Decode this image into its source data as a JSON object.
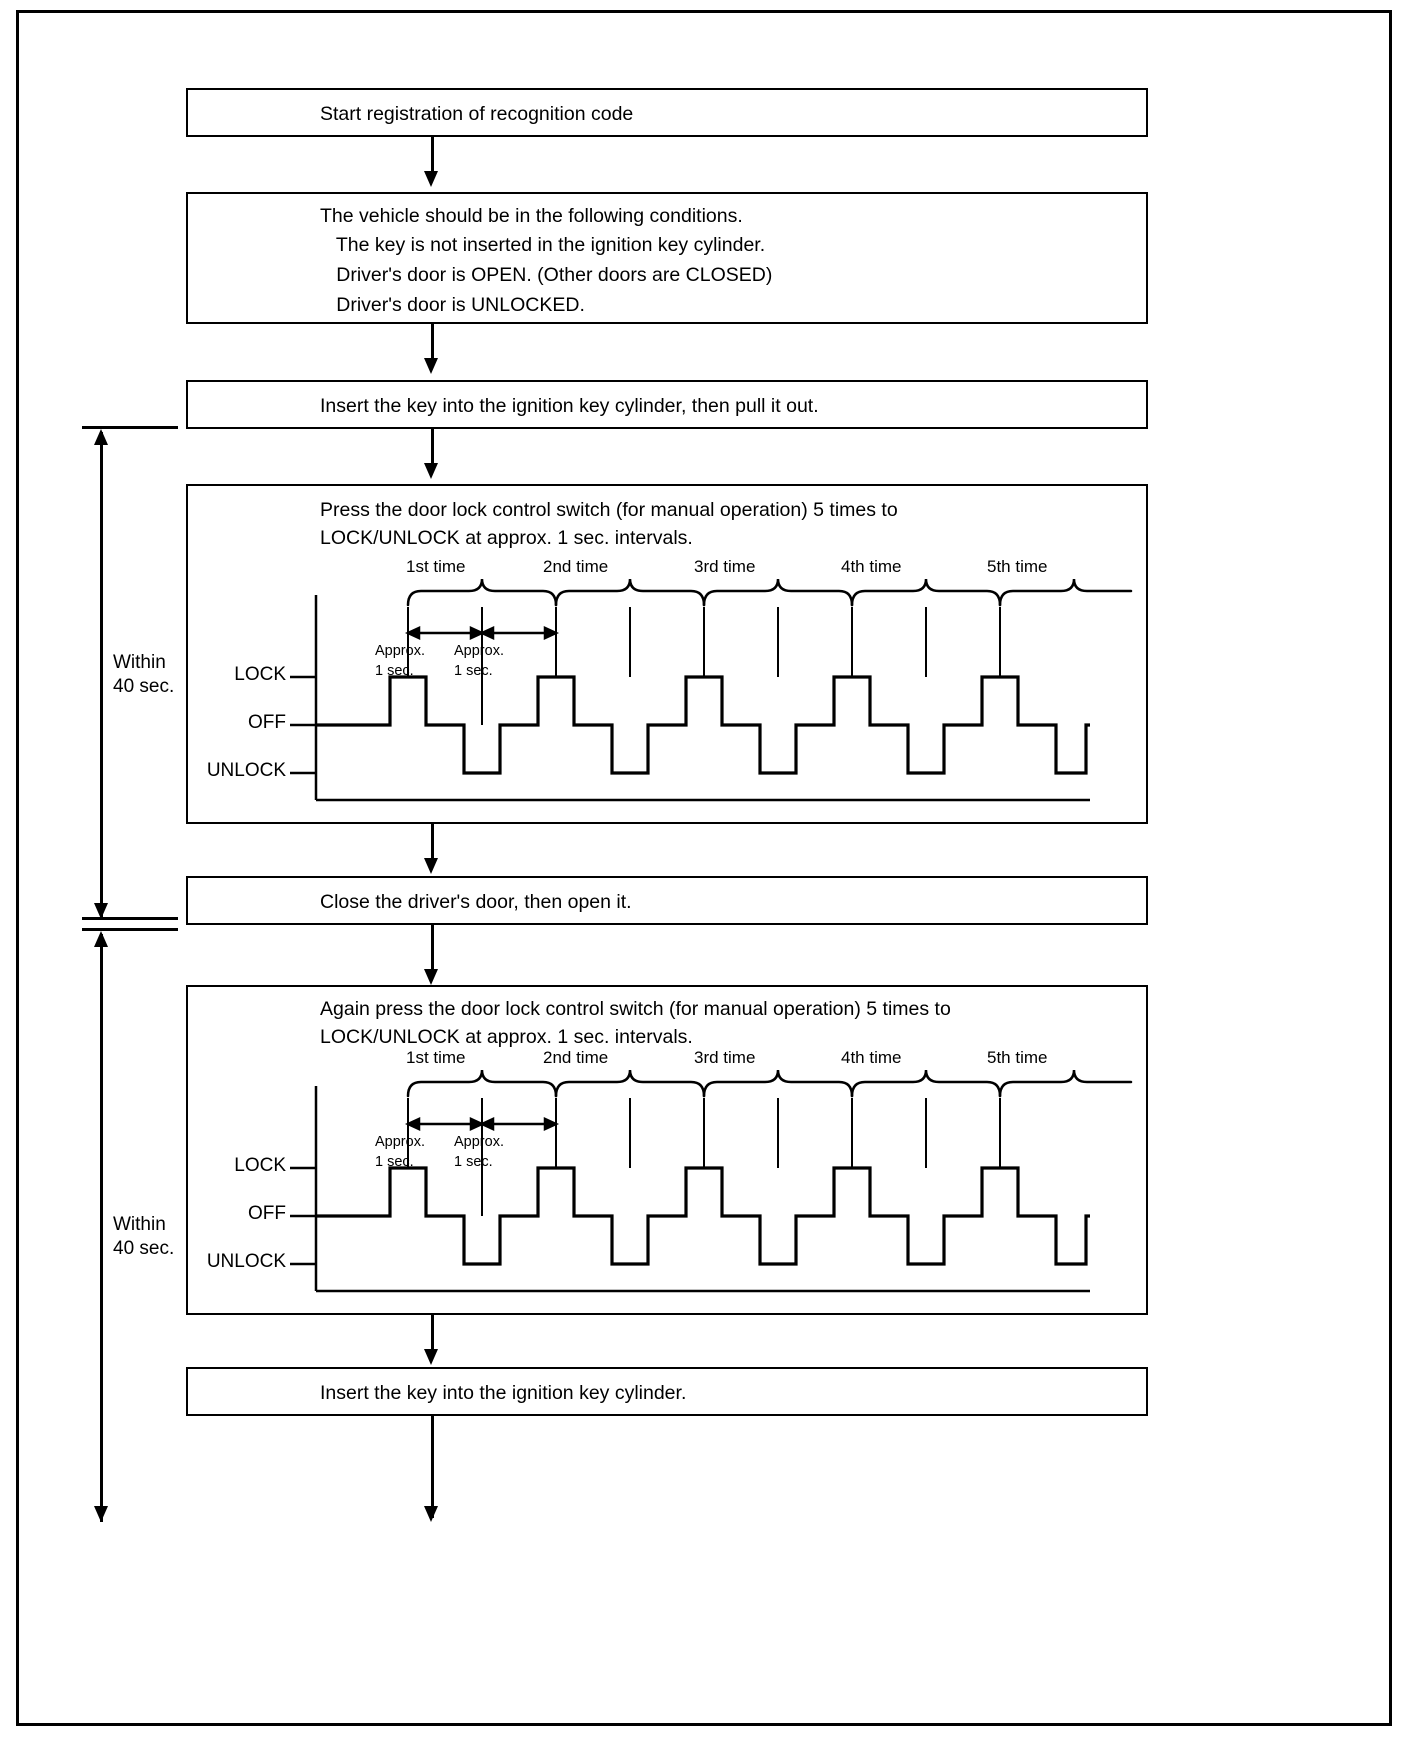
{
  "diagram": {
    "title": "Registration of recognition code procedure",
    "steps": [
      {
        "id": "start",
        "label": "Start registration of recognition code"
      },
      {
        "id": "conditions",
        "lines": [
          "The vehicle should be in the following conditions.",
          "   The key is not inserted in the ignition key cylinder.",
          "   Driver's door is OPEN. (Other doors are CLOSED)",
          "   Driver's door is UNLOCKED."
        ]
      },
      {
        "id": "insert-pull",
        "label": "Insert the key into the ignition key cylinder, then pull it out."
      },
      {
        "id": "press-switch-1",
        "lines": [
          "Press the door lock control switch (for manual operation) 5 times to",
          "LOCK/UNLOCK at approx. 1 sec. intervals."
        ]
      },
      {
        "id": "close-open-door",
        "label": "Close the driver's door, then open it."
      },
      {
        "id": "press-switch-2",
        "lines": [
          "Again press the door lock control switch (for manual operation) 5 times to",
          "LOCK/UNLOCK at approx. 1 sec. intervals."
        ]
      },
      {
        "id": "insert-key",
        "label": "Insert the key into the ignition key cylinder."
      }
    ],
    "timing_brackets": {
      "first": [
        "Within",
        "40 sec."
      ],
      "second": [
        "Within",
        "40 sec."
      ]
    }
  },
  "chart_data": [
    {
      "id": "timing-chart-1",
      "type": "line",
      "title": "Door lock control switch operation - 1st set",
      "ylabel": "",
      "xlabel": "",
      "y_levels": [
        "LOCK",
        "OFF",
        "UNLOCK"
      ],
      "cycle_labels": [
        "1st time",
        "2nd time",
        "3rd time",
        "4th time",
        "5th time"
      ],
      "interval_annotations": [
        "Approx.\n1 sec.",
        "Approx.\n1 sec."
      ],
      "interval_label_line1": "Approx.",
      "interval_label_line2": "1 sec.",
      "series": [
        {
          "name": "door lock control switch",
          "pattern": "OFF, LOCK, OFF, UNLOCK",
          "repeats": 5,
          "values": [
            "OFF",
            "LOCK",
            "OFF",
            "UNLOCK",
            "OFF",
            "LOCK",
            "OFF",
            "UNLOCK",
            "OFF",
            "LOCK",
            "OFF",
            "UNLOCK",
            "OFF",
            "LOCK",
            "OFF",
            "UNLOCK",
            "OFF",
            "LOCK",
            "OFF",
            "UNLOCK",
            "OFF"
          ]
        }
      ],
      "grid": false,
      "legend": "none"
    },
    {
      "id": "timing-chart-2",
      "type": "line",
      "title": "Door lock control switch operation - 2nd set",
      "ylabel": "",
      "xlabel": "",
      "y_levels": [
        "LOCK",
        "OFF",
        "UNLOCK"
      ],
      "cycle_labels": [
        "1st time",
        "2nd time",
        "3rd time",
        "4th time",
        "5th time"
      ],
      "interval_annotations": [
        "Approx.\n1 sec.",
        "Approx.\n1 sec."
      ],
      "interval_label_line1": "Approx.",
      "interval_label_line2": "1 sec.",
      "series": [
        {
          "name": "door lock control switch",
          "pattern": "OFF, LOCK, OFF, UNLOCK",
          "repeats": 5,
          "values": [
            "OFF",
            "LOCK",
            "OFF",
            "UNLOCK",
            "OFF",
            "LOCK",
            "OFF",
            "UNLOCK",
            "OFF",
            "LOCK",
            "OFF",
            "UNLOCK",
            "OFF",
            "LOCK",
            "OFF",
            "UNLOCK",
            "OFF",
            "LOCK",
            "OFF",
            "UNLOCK",
            "OFF"
          ]
        }
      ],
      "grid": false,
      "legend": "none"
    }
  ],
  "colors": {
    "ink": "#000000",
    "paper": "#ffffff"
  }
}
